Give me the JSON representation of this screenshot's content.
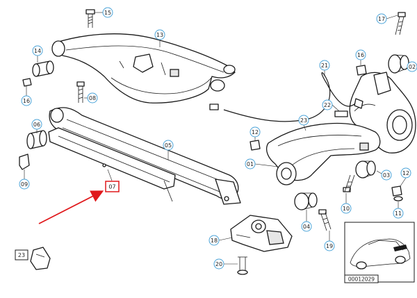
{
  "diagram": {
    "callouts": {
      "c01": "01",
      "c02": "02",
      "c03": "03",
      "c04": "04",
      "c05": "05",
      "c06": "06",
      "c07": "07",
      "c08": "08",
      "c09": "09",
      "c11": "11",
      "c12a": "12",
      "c12b": "12",
      "c13": "13",
      "c14": "14",
      "c15": "15",
      "c16a": "16",
      "c16b": "16",
      "c17": "17",
      "c18": "18",
      "c19": "19",
      "c20": "20",
      "c21": "21",
      "c22": "22",
      "c23a": "23",
      "c23b": "23"
    },
    "highlight_color": "#e0191c",
    "callout_ring_color": "#4aa3d8"
  },
  "inset": {
    "code": "00012029"
  }
}
